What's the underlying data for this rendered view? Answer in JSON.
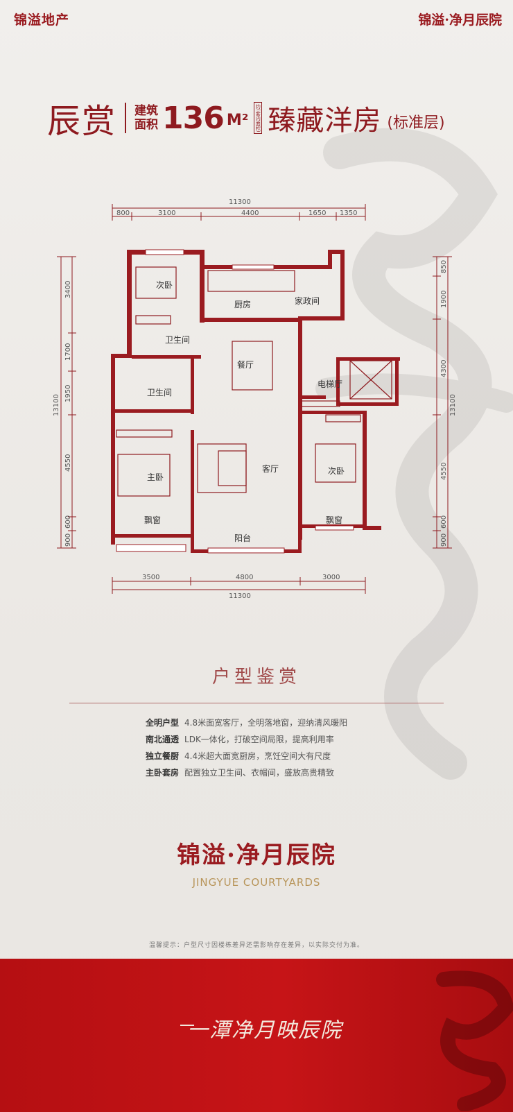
{
  "header": {
    "left_logo": "锦溢地产",
    "right_logo": "锦溢·净月辰院"
  },
  "title": {
    "name": "辰赏",
    "area_label_1": "建筑",
    "area_label_2": "面积",
    "area_num": "136",
    "area_unit": "M²",
    "area_note": "约(套内面积)",
    "slogan": "臻藏洋房",
    "sub": "(标准层)"
  },
  "plan": {
    "top_total": "11300",
    "top_dims": [
      "800",
      "3100",
      "4400",
      "1650",
      "1350"
    ],
    "bottom_dims": [
      "3500",
      "4800",
      "3000"
    ],
    "bottom_total": "11300",
    "left_total": "13100",
    "left_dims": [
      "3400",
      "1700",
      "1950",
      "4550",
      "600",
      "900"
    ],
    "right_total": "13100",
    "right_dims": [
      "850",
      "1900",
      "4300",
      "4550",
      "600",
      "900"
    ],
    "rooms": {
      "bed2_top": "次卧",
      "kitchen": "厨房",
      "utility": "家政间",
      "bath1": "卫生间",
      "bath2": "卫生间",
      "dining": "餐厅",
      "elevator": "电梯厅",
      "living": "客厅",
      "master": "主卧",
      "bed_right": "次卧",
      "bay_left": "飘窗",
      "bay_right": "飘窗",
      "balcony": "阳台"
    }
  },
  "section": {
    "title": "户型鉴赏",
    "features": [
      {
        "key": "全明户型",
        "text": "4.8米面宽客厅，全明落地窗，迎纳清风暖阳"
      },
      {
        "key": "南北通透",
        "text": "LDK一体化，打破空间局限，提高利用率"
      },
      {
        "key": "独立餐厨",
        "text": "4.4米超大面宽厨房，烹饪空间大有尺度"
      },
      {
        "key": "主卧套房",
        "text": "配置独立卫生间、衣帽间，盛放高贵精致"
      }
    ]
  },
  "brand": {
    "cn": "锦溢·净月辰院",
    "en": "JINGYUE COURTYARDS"
  },
  "disclaimer": "温馨提示：户型尺寸因楼栋差异还需影响存在差异，以实际交付为准。",
  "footer": {
    "slogan": "一潭净月映辰院"
  },
  "colors": {
    "brand_red": "#8e1a1f",
    "footer_red": "#c61417",
    "gold": "#b8955a"
  }
}
